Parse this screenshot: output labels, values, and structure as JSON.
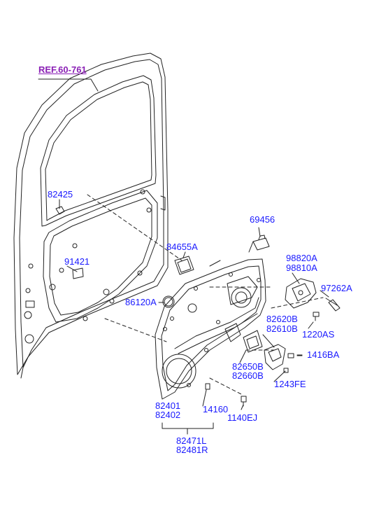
{
  "diagram": {
    "reference": "REF.60-761",
    "callouts": {
      "p82425": "82425",
      "p91421": "91421",
      "p69456": "69456",
      "p84655A": "84655A",
      "p86120A": "86120A",
      "p98820A": "98820A",
      "p98810A": "98810A",
      "p97262A": "97262A",
      "p82620B": "82620B",
      "p82610B": "82610B",
      "p1220AS": "1220AS",
      "p1416BA": "1416BA",
      "p82650B": "82650B",
      "p82660B": "82660B",
      "p1243FE": "1243FE",
      "p82401": "82401",
      "p82402": "82402",
      "p14160": "14160",
      "p1140EJ": "1140EJ",
      "p82471L": "82471L",
      "p82481R": "82481R"
    }
  },
  "colors": {
    "label": "#1a1aff",
    "reference": "#8a1fb5",
    "line": "#222222"
  }
}
